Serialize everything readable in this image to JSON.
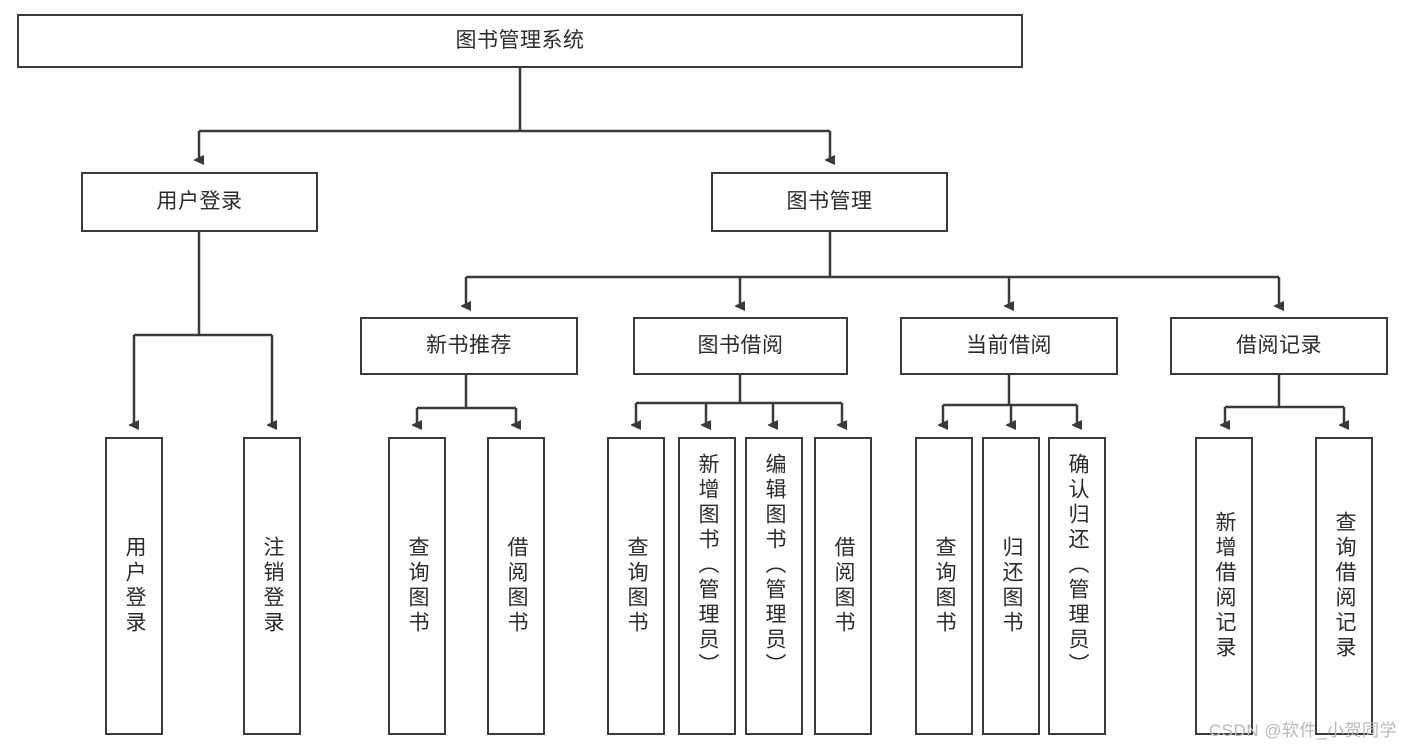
{
  "diagram": {
    "title": "图书管理系统",
    "type": "hierarchy-tree",
    "watermark": "CSDN @软件_小贺同学",
    "colors": {
      "stroke": "#3a3a3a",
      "background": "#ffffff",
      "text": "#2b2b2b",
      "watermark": "#b9b9b9"
    },
    "root": {
      "label": "图书管理系统"
    },
    "level1": [
      {
        "label": "用户登录"
      },
      {
        "label": "图书管理"
      }
    ],
    "level2": [
      {
        "label": "新书推荐"
      },
      {
        "label": "图书借阅"
      },
      {
        "label": "当前借阅"
      },
      {
        "label": "借阅记录"
      }
    ],
    "leaves": {
      "user_login": [
        {
          "label": "用户登录"
        },
        {
          "label": "注销登录"
        }
      ],
      "new_book_recommend": [
        {
          "label": "查询图书"
        },
        {
          "label": "借阅图书"
        }
      ],
      "book_borrow": [
        {
          "label": "查询图书"
        },
        {
          "label": "新增图书（管理员）"
        },
        {
          "label": "编辑图书（管理员）"
        },
        {
          "label": "借阅图书"
        }
      ],
      "current_borrow": [
        {
          "label": "查询图书"
        },
        {
          "label": "归还图书"
        },
        {
          "label": "确认归还（管理员）"
        }
      ],
      "borrow_record": [
        {
          "label": "新增借阅记录"
        },
        {
          "label": "查询借阅记录"
        }
      ]
    }
  }
}
